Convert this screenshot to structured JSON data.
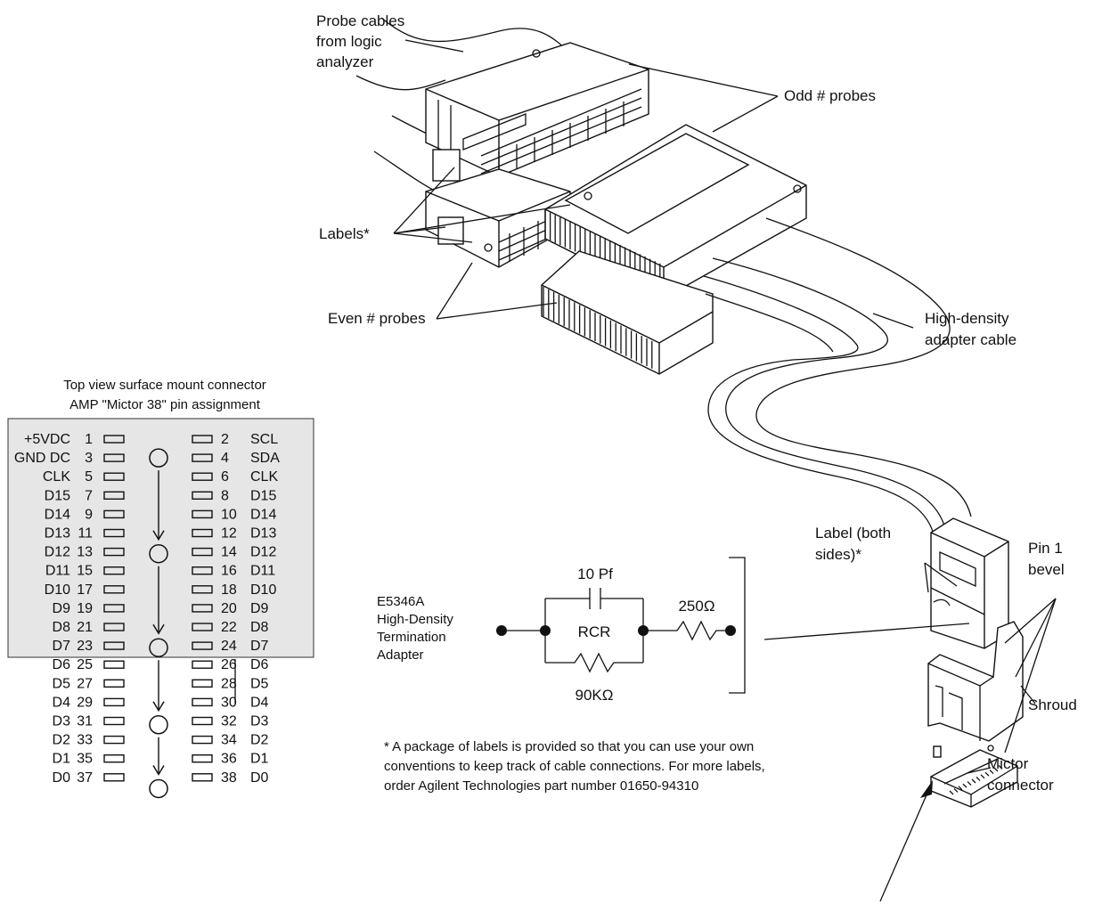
{
  "callouts": {
    "probe_cables": [
      "Probe cables",
      "from logic",
      "analyzer"
    ],
    "odd_probes": "Odd # probes",
    "labels": "Labels*",
    "even_probes": "Even # probes",
    "hd_cable": [
      "High-density",
      "adapter cable"
    ],
    "label_both": [
      "Label (both",
      "sides)*"
    ],
    "pin1": [
      "Pin 1",
      "bevel"
    ],
    "shroud": "Shroud",
    "mictor": [
      "Mictor",
      "connector"
    ]
  },
  "pinout": {
    "title": [
      "Top view surface mount connector",
      "AMP \"Mictor 38\" pin assignment"
    ],
    "left": [
      {
        "name": "+5VDC",
        "num": "1"
      },
      {
        "name": "GND DC",
        "num": "3"
      },
      {
        "name": "CLK",
        "num": "5"
      },
      {
        "name": "D15",
        "num": "7"
      },
      {
        "name": "D14",
        "num": "9"
      },
      {
        "name": "D13",
        "num": "11"
      },
      {
        "name": "D12",
        "num": "13"
      },
      {
        "name": "D11",
        "num": "15"
      },
      {
        "name": "D10",
        "num": "17"
      },
      {
        "name": "D9",
        "num": "19"
      },
      {
        "name": "D8",
        "num": "21"
      },
      {
        "name": "D7",
        "num": "23"
      },
      {
        "name": "D6",
        "num": "25"
      },
      {
        "name": "D5",
        "num": "27"
      },
      {
        "name": "D4",
        "num": "29"
      },
      {
        "name": "D3",
        "num": "31"
      },
      {
        "name": "D2",
        "num": "33"
      },
      {
        "name": "D1",
        "num": "35"
      },
      {
        "name": "D0",
        "num": "37"
      }
    ],
    "right": [
      {
        "num": "2",
        "name": "SCL"
      },
      {
        "num": "4",
        "name": "SDA"
      },
      {
        "num": "6",
        "name": "CLK"
      },
      {
        "num": "8",
        "name": "D15"
      },
      {
        "num": "10",
        "name": "D14"
      },
      {
        "num": "12",
        "name": "D13"
      },
      {
        "num": "14",
        "name": "D12"
      },
      {
        "num": "16",
        "name": "D11"
      },
      {
        "num": "18",
        "name": "D10"
      },
      {
        "num": "20",
        "name": "D9"
      },
      {
        "num": "22",
        "name": "D8"
      },
      {
        "num": "24",
        "name": "D7"
      },
      {
        "num": "26",
        "name": "D6"
      },
      {
        "num": "28",
        "name": "D5"
      },
      {
        "num": "30",
        "name": "D4"
      },
      {
        "num": "32",
        "name": "D3"
      },
      {
        "num": "34",
        "name": "D2"
      },
      {
        "num": "36",
        "name": "D1"
      },
      {
        "num": "38",
        "name": "D0"
      }
    ]
  },
  "circuit": {
    "title": [
      "E5346A",
      "High-Density",
      "Termination",
      "Adapter"
    ],
    "cap": "10 Pf",
    "rcr": "RCR",
    "r_series": "250Ω",
    "r_parallel": "90KΩ"
  },
  "footnote": [
    "* A package of labels is provided so that you can use your own",
    "conventions to keep track of cable connections.  For more labels,",
    "order Agilent Technologies part number 01650-94310"
  ]
}
